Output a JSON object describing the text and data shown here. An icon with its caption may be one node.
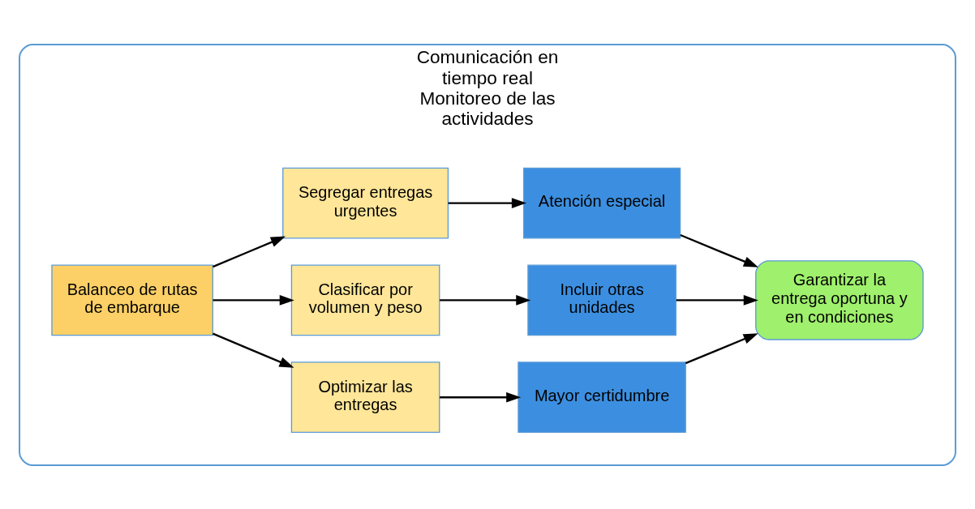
{
  "diagram": {
    "nodes": [
      {
        "text": [
          "Comunicación en tiempo real",
          "Monitoreo de las actividades"
        ]
      },
      {
        "text": [
          "Balanceo de rutas de embarque"
        ],
        "in": 0
      },
      {
        "text": [
          "Optimizar las entregas"
        ],
        "in": 0
      },
      {
        "text": [
          "Clasificar por volumen y peso"
        ],
        "in": 0
      },
      {
        "text": [
          "Segregar entregas urgentes"
        ],
        "in": 0
      },
      {
        "text": [
          "Mayor certidumbre"
        ],
        "in": 0
      },
      {
        "text": [
          "Incluir otras unidades"
        ],
        "in": 0
      },
      {
        "text": [
          "Atención especial"
        ],
        "in": 0
      },
      {
        "text": [
          "Garantizar la entrega oportuna y en condiciones"
        ],
        "in": 0
      }
    ],
    "edges": [
      {
        "from": 1,
        "to": 2,
        "arrow": "to"
      },
      {
        "from": 1,
        "to": 3,
        "arrow": "to"
      },
      {
        "from": 1,
        "to": 4,
        "arrow": "to"
      },
      {
        "from": 2,
        "to": 5,
        "arrow": "to"
      },
      {
        "from": 3,
        "to": 6,
        "arrow": "to"
      },
      {
        "from": 4,
        "to": 7,
        "arrow": "to"
      },
      {
        "from": 5,
        "to": 8,
        "arrow": "to"
      },
      {
        "from": 6,
        "to": 8,
        "arrow": "to"
      },
      {
        "from": 7,
        "to": 8,
        "arrow": "to"
      }
    ]
  }
}
